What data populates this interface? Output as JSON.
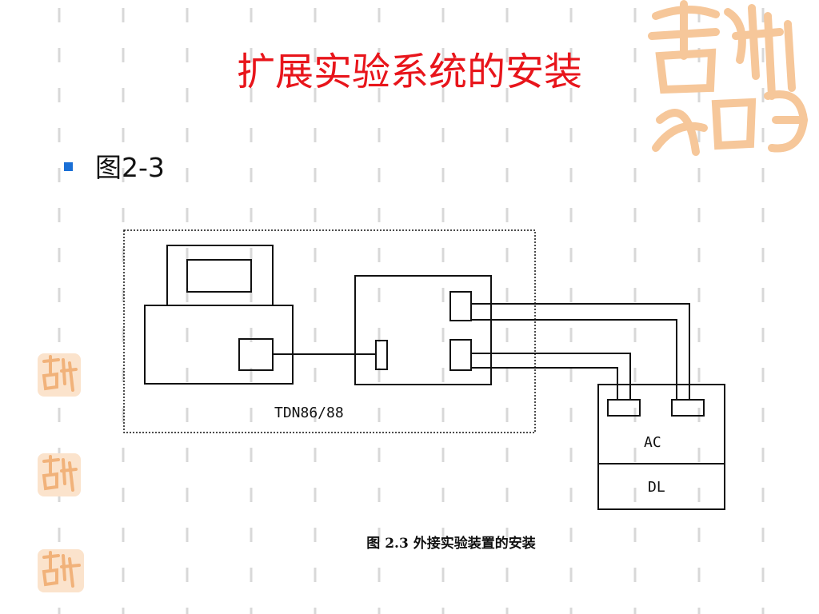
{
  "slide": {
    "title": "扩展实验系统的安装",
    "bullet": "图2-3"
  },
  "diagram": {
    "system_label": "TDN86/88",
    "ac_label": "AC",
    "dl_label": "DL",
    "caption": "图 2.3 外接实验装置的安装"
  },
  "colors": {
    "title": "#e8151b",
    "bullet": "#1a6fd6",
    "seal": "#f6c79a",
    "pattern": "#d8d8d8"
  }
}
